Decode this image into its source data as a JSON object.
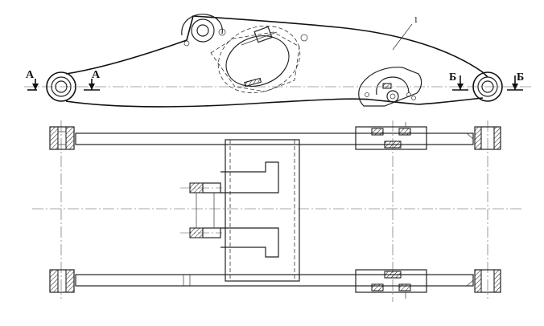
{
  "labels": {
    "section_a_left": "А",
    "section_a_right": "А",
    "section_b_left": "Б",
    "section_b_right": "Б",
    "part_number": "1"
  }
}
